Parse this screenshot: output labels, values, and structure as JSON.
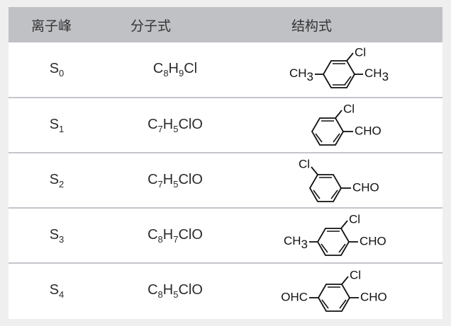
{
  "table": {
    "headers": {
      "ion_peak": "离子峰",
      "molecular_formula": "分子式",
      "structural_formula": "结构式"
    },
    "header_bg": "#c0c1c5",
    "divider_color": "#c5c6cb",
    "page_bg": "#efeff0",
    "rows": [
      {
        "peak_symbol": "S",
        "peak_index": "0",
        "formula_parts": [
          {
            "text": "C",
            "sub": false
          },
          {
            "text": "8",
            "sub": true
          },
          {
            "text": "H",
            "sub": false
          },
          {
            "text": "9",
            "sub": true
          },
          {
            "text": "Cl",
            "sub": false
          }
        ],
        "formula_plain": "C8H9Cl",
        "structure": {
          "name": "chloro-dimethylbenzene",
          "ring": "benzene",
          "substituents": [
            {
              "label": "Cl",
              "position": "top-right-vertex"
            },
            {
              "label": "CH3",
              "position": "left-vertex",
              "sub": "3"
            },
            {
              "label": "CH3",
              "position": "right-vertex",
              "sub": "3"
            }
          ]
        }
      },
      {
        "peak_symbol": "S",
        "peak_index": "1",
        "formula_parts": [
          {
            "text": "C",
            "sub": false
          },
          {
            "text": "7",
            "sub": true
          },
          {
            "text": "H",
            "sub": false
          },
          {
            "text": "5",
            "sub": true
          },
          {
            "text": "ClO",
            "sub": false
          }
        ],
        "formula_plain": "C7H5ClO",
        "structure": {
          "name": "2-chlorobenzaldehyde",
          "ring": "benzene",
          "substituents": [
            {
              "label": "Cl",
              "position": "top-right-vertex"
            },
            {
              "label": "CHO",
              "position": "right-vertex"
            }
          ]
        }
      },
      {
        "peak_symbol": "S",
        "peak_index": "2",
        "formula_parts": [
          {
            "text": "C",
            "sub": false
          },
          {
            "text": "7",
            "sub": true
          },
          {
            "text": "H",
            "sub": false
          },
          {
            "text": "5",
            "sub": true
          },
          {
            "text": "ClO",
            "sub": false
          }
        ],
        "formula_plain": "C7H5ClO",
        "structure": {
          "name": "3-chlorobenzaldehyde",
          "ring": "benzene",
          "substituents": [
            {
              "label": "Cl",
              "position": "top-left-vertex"
            },
            {
              "label": "CHO",
              "position": "right-vertex"
            }
          ]
        }
      },
      {
        "peak_symbol": "S",
        "peak_index": "3",
        "formula_parts": [
          {
            "text": "C",
            "sub": false
          },
          {
            "text": "8",
            "sub": true
          },
          {
            "text": "H",
            "sub": false
          },
          {
            "text": "7",
            "sub": true
          },
          {
            "text": "ClO",
            "sub": false
          }
        ],
        "formula_plain": "C8H7ClO",
        "structure": {
          "name": "chloro-methyl-benzaldehyde",
          "ring": "benzene",
          "substituents": [
            {
              "label": "CH3",
              "position": "left-vertex",
              "sub": "3"
            },
            {
              "label": "Cl",
              "position": "top-right-vertex"
            },
            {
              "label": "CHO",
              "position": "right-vertex"
            }
          ]
        }
      },
      {
        "peak_symbol": "S",
        "peak_index": "4",
        "formula_parts": [
          {
            "text": "C",
            "sub": false
          },
          {
            "text": "8",
            "sub": true
          },
          {
            "text": "H",
            "sub": false
          },
          {
            "text": "5",
            "sub": true
          },
          {
            "text": "ClO",
            "sub": false
          }
        ],
        "formula_plain": "C8H5ClO",
        "structure": {
          "name": "chloro-benzenedicarbaldehyde",
          "ring": "benzene",
          "substituents": [
            {
              "label": "OHC",
              "position": "left-vertex"
            },
            {
              "label": "Cl",
              "position": "top-right-vertex"
            },
            {
              "label": "CHO",
              "position": "right-vertex"
            }
          ]
        }
      }
    ]
  },
  "labels": {
    "cl": "Cl",
    "ch": "CH",
    "cho": "CHO",
    "ohc": "OHC",
    "three": "3"
  }
}
